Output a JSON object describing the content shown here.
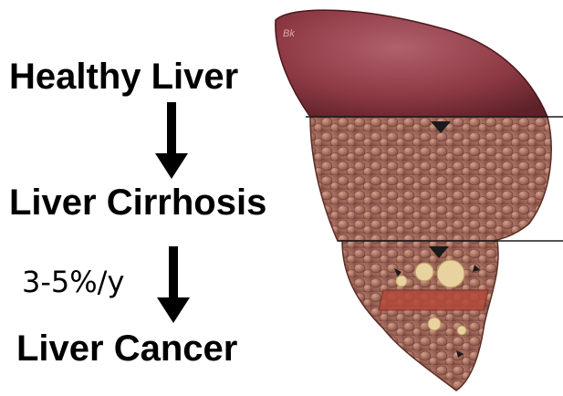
{
  "diagram": {
    "stages": [
      {
        "label": "Healthy Liver"
      },
      {
        "label": "Liver Cirrhosis"
      },
      {
        "label": "Liver Cancer"
      }
    ],
    "transitions": [
      {
        "from": "Healthy Liver",
        "to": "Liver Cirrhosis",
        "label": ""
      },
      {
        "from": "Liver Cirrhosis",
        "to": "Liver Cancer",
        "label": "3-5%/y"
      }
    ]
  },
  "colors": {
    "text": "#000000",
    "liver_healthy": "#8e3a45",
    "liver_cirrhotic": "#9a6256",
    "tumor": "#e8d2a0"
  },
  "illustration": {
    "engraved_mark": "Bk"
  }
}
